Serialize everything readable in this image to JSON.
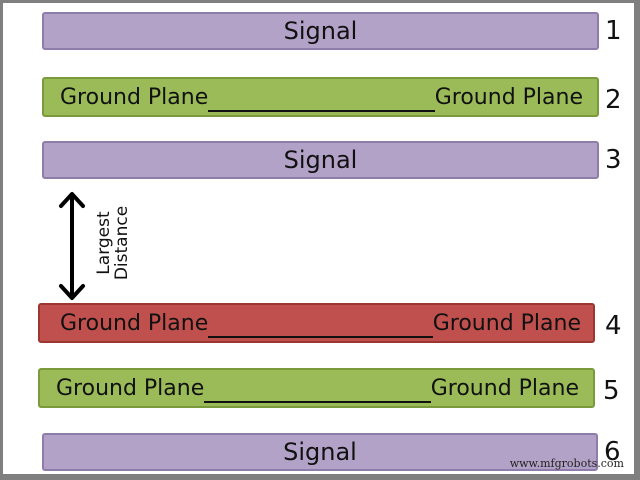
{
  "diagram": {
    "type": "pcb-layer-stackup",
    "colors": {
      "signal": "#b3a2c7",
      "ground_plane": "#9bbb59",
      "highlighted_ground_plane": "#c0504d",
      "frame": "#7f7f7f"
    },
    "layers": [
      {
        "number": "1",
        "label": "Signal",
        "kind": "signal"
      },
      {
        "number": "2",
        "label_left": "Ground Plane",
        "label_right": "Ground Plane",
        "kind": "ground"
      },
      {
        "number": "3",
        "label": "Signal",
        "kind": "signal"
      },
      {
        "number": "4",
        "label_left": "Ground Plane",
        "label_right": "Ground Plane",
        "kind": "ground-highlight"
      },
      {
        "number": "5",
        "label_left": "Ground Plane",
        "label_right": "Ground Plane",
        "kind": "ground"
      },
      {
        "number": "6",
        "label": "Signal",
        "kind": "signal"
      }
    ],
    "annotation": {
      "line1": "Largest",
      "line2": "Distance",
      "icon": "double-headed-vertical-arrow"
    },
    "watermark": "www.mfgrobots.com"
  }
}
